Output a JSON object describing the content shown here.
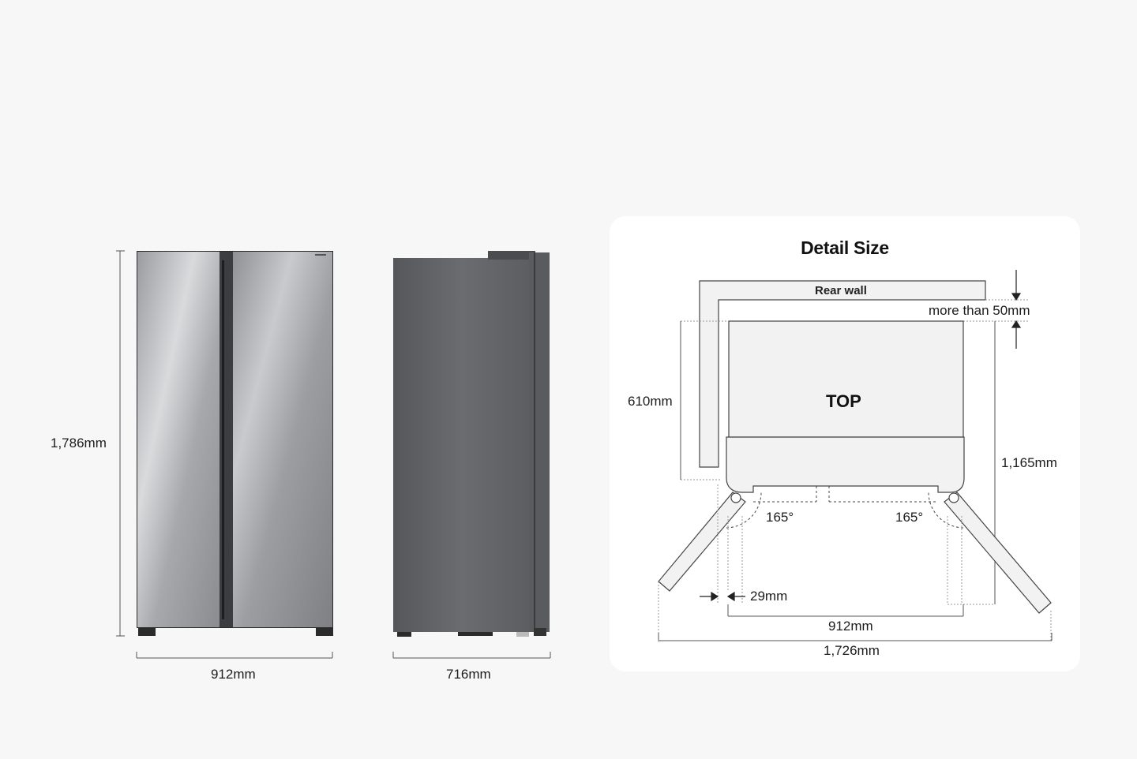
{
  "front_view": {
    "height_label": "1,786mm",
    "width_label": "912mm"
  },
  "side_view": {
    "depth_label": "716mm"
  },
  "detail": {
    "title": "Detail Size",
    "rear_wall_label": "Rear wall",
    "clearance_label": "more than 50mm",
    "top_label": "TOP",
    "depth_label": "610mm",
    "open_depth_label": "1,165mm",
    "angle_left_label": "165°",
    "angle_right_label": "165°",
    "hinge_gap_label": "29mm",
    "body_width_label": "912mm",
    "open_width_label": "1,726mm"
  }
}
